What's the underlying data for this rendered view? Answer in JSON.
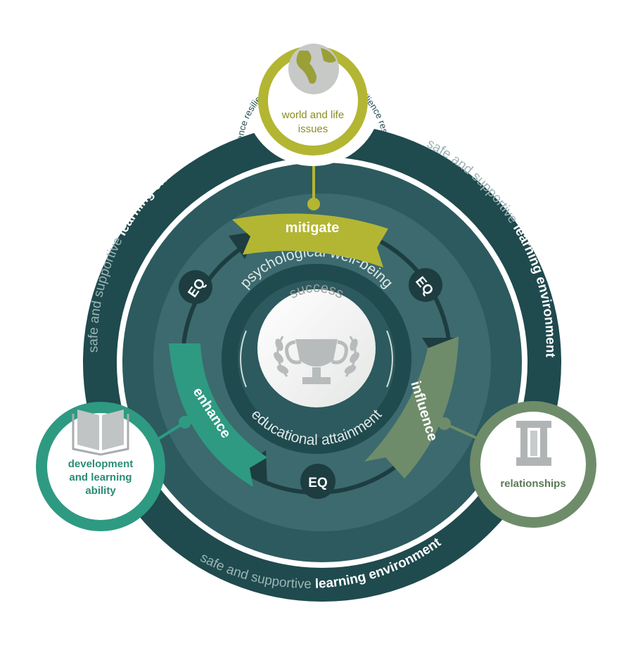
{
  "outer_ring": {
    "top_left_normal": "safe and supportive ",
    "top_left_bold": "learning environment",
    "top_right_normal": "safe and supportive ",
    "top_right_bold": "learning environment",
    "bottom_normal": "safe and supportive ",
    "bottom_bold": "learning environment"
  },
  "inner": {
    "top_label": "psychological well-being",
    "bottom_label": "educational attainment",
    "center_label": "success"
  },
  "banners": {
    "mitigate": "mitigate",
    "influence": "influence",
    "enhance": "enhance"
  },
  "eq_badges": {
    "left": "EQ",
    "right": "EQ",
    "bottom": "EQ"
  },
  "nodes": {
    "top_line1": "world and life",
    "top_line2": "issues",
    "left_line1": "development",
    "left_line2": "and learning",
    "left_line3": "ability",
    "right": "relationships"
  },
  "resilience_ring": "resilience resilience resilience resilience resilience resilience",
  "colors": {
    "outer_ring": "#1f4a4e",
    "mid_disc": "#2c5a5e",
    "inner_disc": "#3c6a6e",
    "core_ring": "#1f4a4e",
    "accent_lime": "#b3b632",
    "accent_teal": "#2e9a82",
    "accent_sage": "#6e8c6a"
  }
}
